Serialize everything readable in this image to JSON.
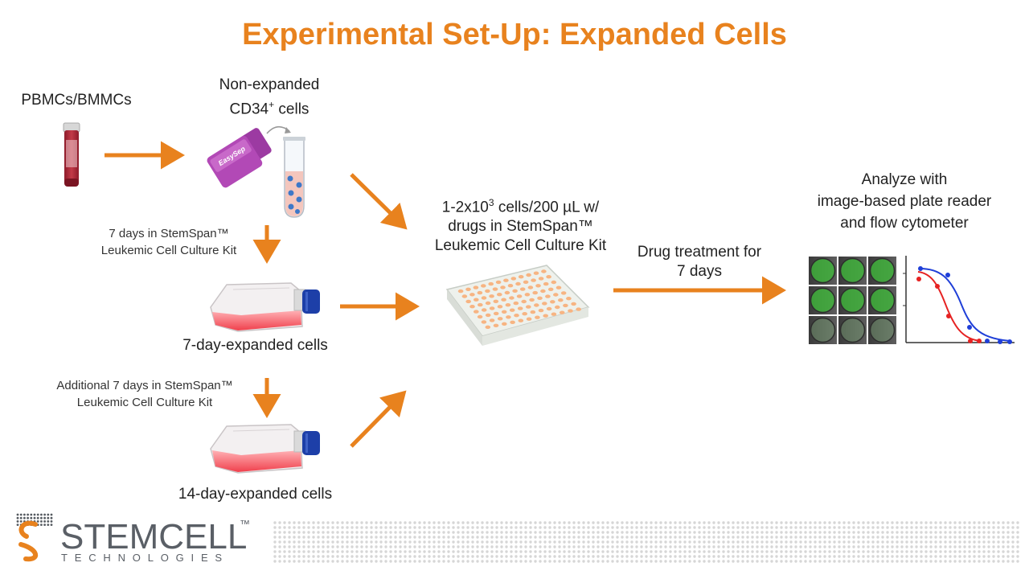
{
  "title": "Experimental Set-Up: Expanded Cells",
  "labels": {
    "source": "PBMCs/BMMCs",
    "non_expanded_line1": "Non-expanded",
    "non_expanded_line2_base": "CD34",
    "non_expanded_line2_sup": "+",
    "non_expanded_line2_rest": " cells",
    "culture7_line1": "7 days in StemSpan™",
    "culture7_line2": "Leukemic Cell Culture Kit",
    "expanded7": "7-day-expanded cells",
    "culture14_line1": "Additional 7 days in StemSpan™",
    "culture14_line2": "Leukemic Cell Culture Kit",
    "expanded14": "14-day-expanded cells",
    "plate_line1_a": "1-2x10",
    "plate_line1_sup": "3",
    "plate_line1_b": " cells/200 µL w/",
    "plate_line2": "drugs in StemSpan™",
    "plate_line3": "Leukemic Cell Culture Kit",
    "treatment_line1": "Drug treatment for",
    "treatment_line2": "7 days",
    "analyze_line1": "Analyze with",
    "analyze_line2": "image-based plate reader",
    "analyze_line3": "and flow cytometer"
  },
  "device_label": "EasySep",
  "logo": {
    "name": "STEMCELL",
    "tm": "™",
    "sub": "TECHNOLOGIES"
  },
  "colors": {
    "accent": "#E8821E",
    "logo_blue": "#555a60",
    "curve_red": "#E62222",
    "curve_blue": "#1F3FD8"
  }
}
